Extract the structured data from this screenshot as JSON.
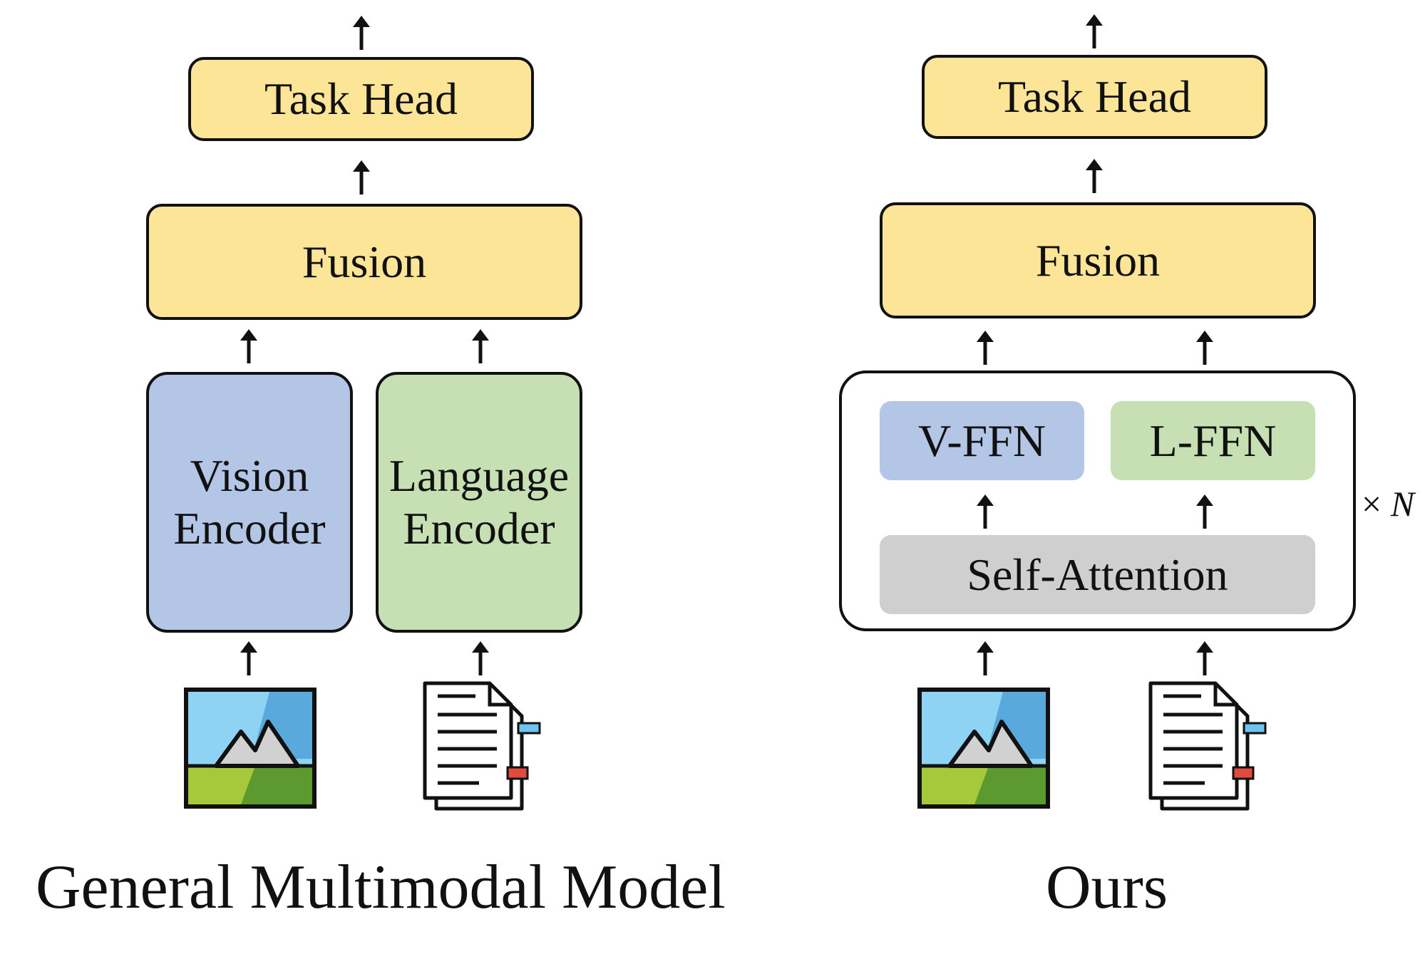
{
  "left": {
    "task_head": "Task Head",
    "fusion": "Fusion",
    "vision_encoder_line1": "Vision",
    "vision_encoder_line2": "Encoder",
    "language_encoder_line1": "Language",
    "language_encoder_line2": "Encoder",
    "caption": "General Multimodal Model"
  },
  "right": {
    "task_head": "Task Head",
    "fusion": "Fusion",
    "v_ffn": "V-FFN",
    "l_ffn": "L-FFN",
    "self_attention": "Self-Attention",
    "repeat_times": "×",
    "repeat_n": "N",
    "caption": "Ours"
  },
  "colors": {
    "yellow": "#fde597",
    "blue": "#b4c6e6",
    "green": "#c6e0b4",
    "gray": "#d0cfcf"
  },
  "icons": [
    "image-icon",
    "document-icon"
  ]
}
